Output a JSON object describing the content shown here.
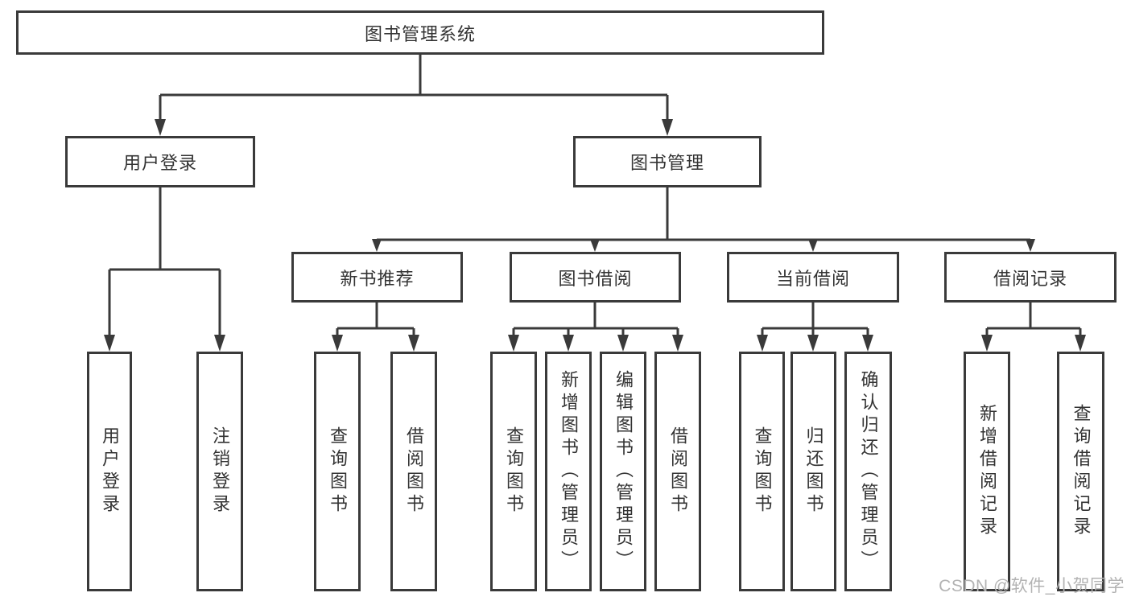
{
  "diagram": {
    "root": "图书管理系统",
    "level2": {
      "user_login": "用户登录",
      "book_mgmt": "图书管理"
    },
    "level3": {
      "new_book_rec": "新书推荐",
      "book_borrow": "图书借阅",
      "current_borrow": "当前借阅",
      "borrow_records": "借阅记录"
    },
    "leaves": {
      "user_login_leaf": "用户登录",
      "logout_leaf": "注销登录",
      "rec_query_books": "查询图书",
      "rec_borrow_books": "借阅图书",
      "bb_query_books": "查询图书",
      "bb_add_books": "新增图书（管理员）",
      "bb_edit_books": "编辑图书（管理员）",
      "bb_borrow_books": "借阅图书",
      "cb_query_books": "查询图书",
      "cb_return_books": "归还图书",
      "cb_confirm_return": "确认归还（管理员）",
      "br_add_record": "新增借阅记录",
      "br_query_record": "查询借阅记录"
    }
  },
  "watermark": "CSDN @软件_小贺同学",
  "colors": {
    "line": "#3a3a3a",
    "text": "#333333",
    "watermark": "#b3b3b3",
    "background": "#ffffff"
  }
}
